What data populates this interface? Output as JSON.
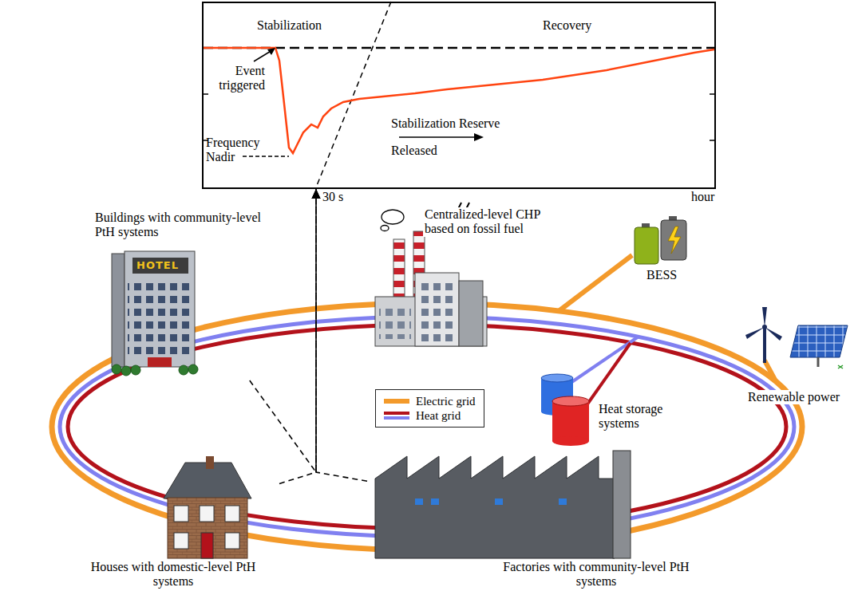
{
  "diagram": {
    "nodes": [
      {
        "text": [
          "Stabilization",
          "Recovery",
          "Event triggered",
          "Frequency Nadir",
          "Stabilization Reserve Released"
        ]
      },
      {
        "text": [
          "Buildings with community-level PtH systems"
        ]
      },
      {
        "text": [
          "Centralized-level CHP based on fossil fuel"
        ]
      },
      {
        "text": [
          "BESS"
        ]
      },
      {
        "text": [
          "Heat storage systems"
        ]
      },
      {
        "text": [
          "Renewable power"
        ]
      },
      {
        "text": [
          "Houses with domestic-level PtH systems"
        ]
      },
      {
        "text": [
          "Factories with community-level PtH systems"
        ]
      }
    ],
    "edges": [
      {
        "from": 1,
        "to": 0,
        "arrow": "to"
      },
      {
        "from": 6,
        "to": 0,
        "arrow": "to"
      },
      {
        "from": 7,
        "to": 0,
        "arrow": "to"
      }
    ],
    "labels": [
      "30 s",
      "hour",
      "HOTEL"
    ],
    "legend": [
      {
        "text": "Electric grid",
        "color": "#f39a2b"
      },
      {
        "text": "Heat grid"
      }
    ]
  }
}
